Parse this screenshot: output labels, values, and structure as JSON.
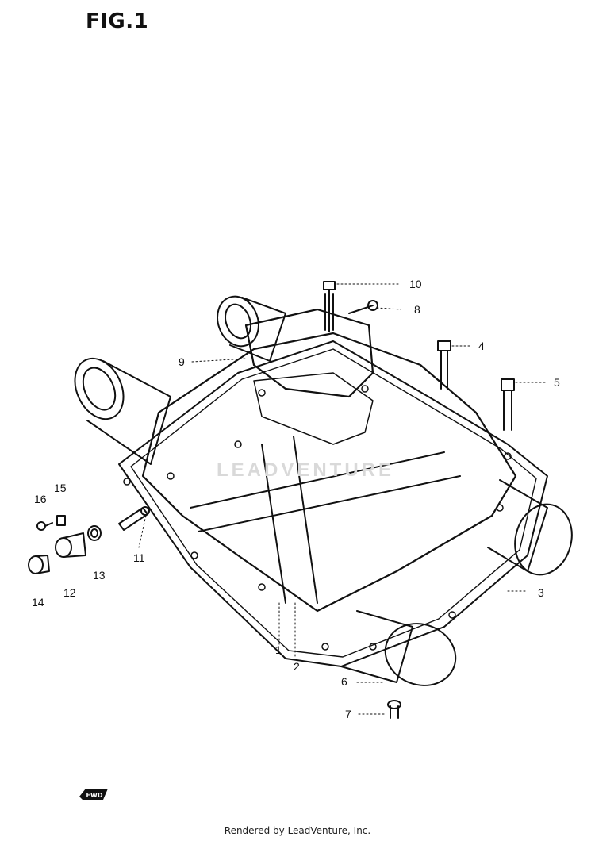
{
  "figure": {
    "title": "FIG.1"
  },
  "callouts": [
    {
      "id": "1",
      "label": "1"
    },
    {
      "id": "2",
      "label": "2"
    },
    {
      "id": "3",
      "label": "3"
    },
    {
      "id": "4",
      "label": "4"
    },
    {
      "id": "5",
      "label": "5"
    },
    {
      "id": "6",
      "label": "6"
    },
    {
      "id": "7",
      "label": "7"
    },
    {
      "id": "8",
      "label": "8"
    },
    {
      "id": "9",
      "label": "9"
    },
    {
      "id": "10",
      "label": "10"
    },
    {
      "id": "11",
      "label": "11"
    },
    {
      "id": "12",
      "label": "12"
    },
    {
      "id": "13",
      "label": "13"
    },
    {
      "id": "14",
      "label": "14"
    },
    {
      "id": "15",
      "label": "15"
    },
    {
      "id": "16",
      "label": "16"
    }
  ],
  "watermark": "LEADVENTURE",
  "direction_badge": "FWD",
  "footer": {
    "credit": "Rendered by LeadVenture, Inc."
  },
  "colors": {
    "line": "#111111",
    "background": "#ffffff",
    "watermark": "#d9d9d9"
  }
}
